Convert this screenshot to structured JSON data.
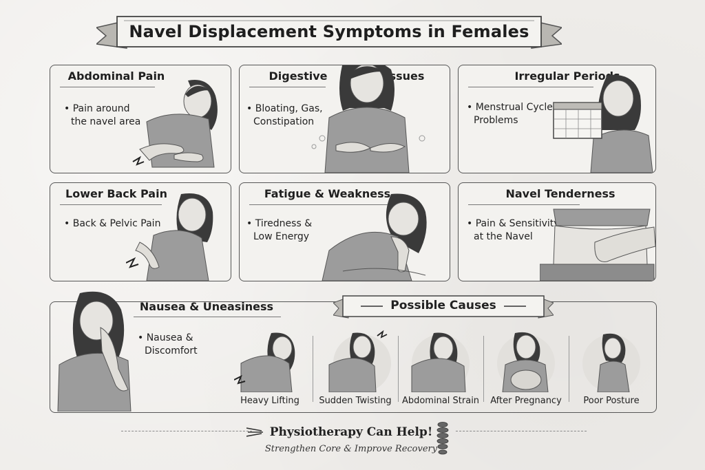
{
  "title": "Navel Displacement Symptoms in Females",
  "symptoms": [
    {
      "title": "Abdominal Pain",
      "line1": "• Pain around",
      "line2": "the navel area"
    },
    {
      "title": "Digestive",
      "title2": "Issues",
      "line1": "• Bloating, Gas,",
      "line2": "Constipation"
    },
    {
      "title": "Irregular Periods",
      "line1": "• Menstrual Cycle",
      "line2": "Problems"
    },
    {
      "title": "Lower Back Pain",
      "line1": "• Back & Pelvic Pain",
      "line2": ""
    },
    {
      "title": "Fatigue & Weakness",
      "line1": "• Tiredness &",
      "line2": "Low Energy"
    },
    {
      "title": "Navel Tenderness",
      "line1": "• Pain & Sensitivity",
      "line2": "at the Navel"
    },
    {
      "title": "Nausea & Uneasiness",
      "line1": "• Nausea &",
      "line2": "Discomfort"
    }
  ],
  "causes": {
    "title": "Possible Causes",
    "items": [
      "Heavy Lifting",
      "Sudden Twisting",
      "Abdominal Strain",
      "After Pregnancy",
      "Poor Posture"
    ]
  },
  "footer": {
    "title": "Physiotherapy Can Help!",
    "subtitle": "Strengthen Core & Improve Recovery"
  },
  "colors": {
    "ink": "#222222",
    "border": "#555555",
    "paper": "#efedea",
    "figure": "#9a9a9a"
  }
}
